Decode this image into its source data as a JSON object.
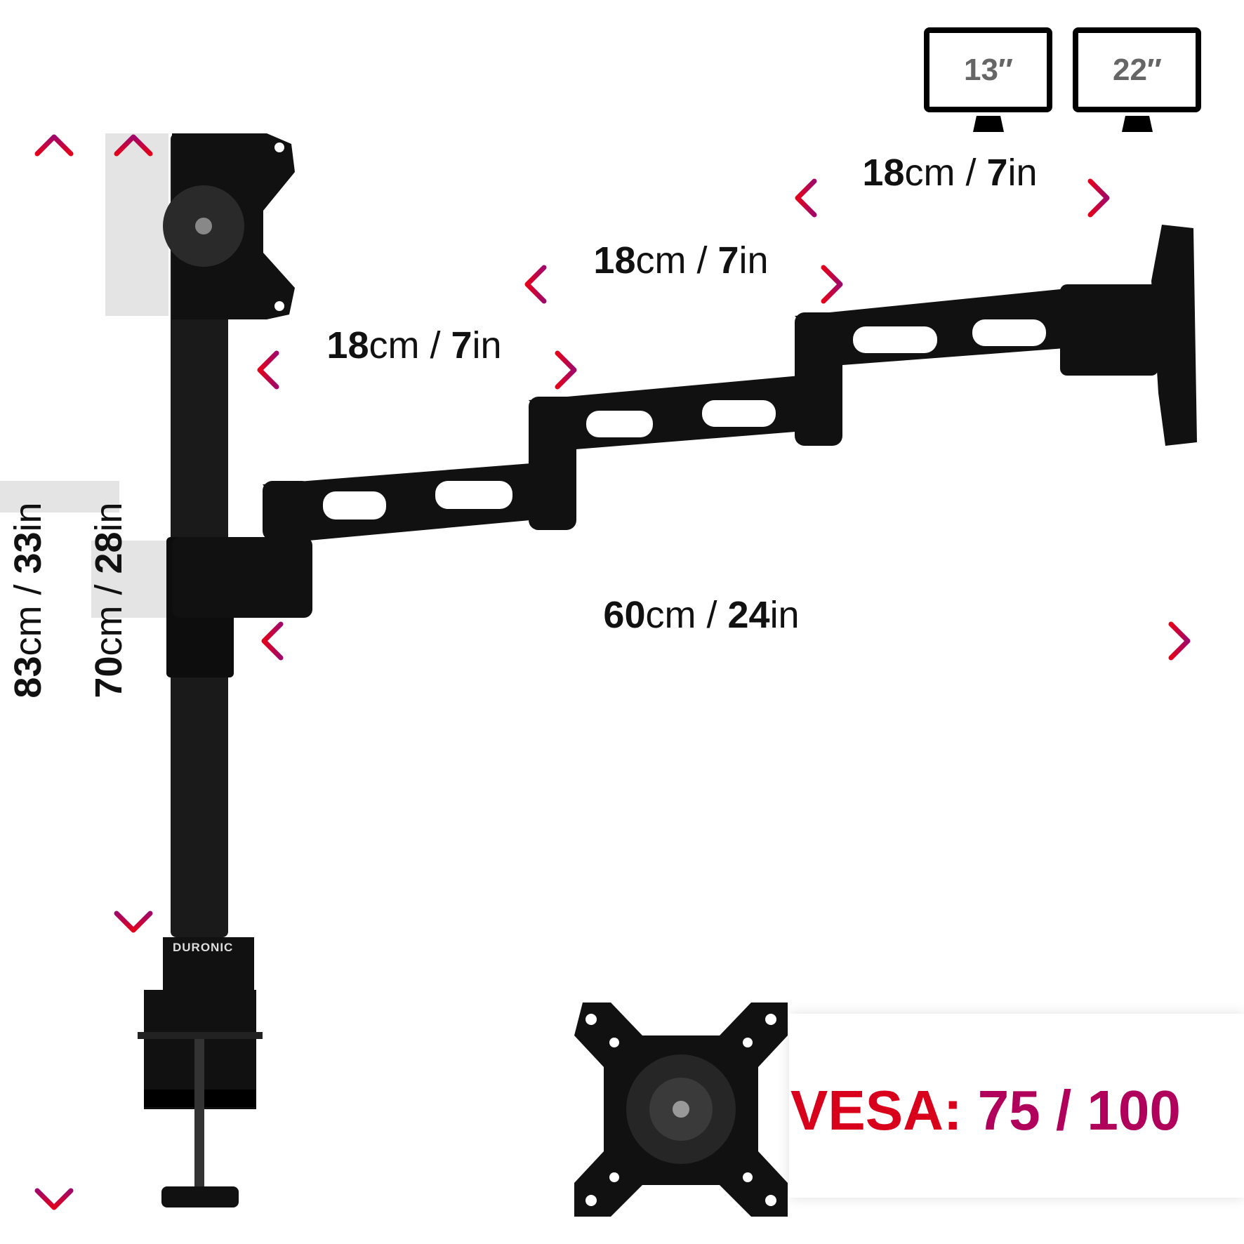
{
  "monitor_sizes": [
    {
      "label": "13″"
    },
    {
      "label": "22″"
    }
  ],
  "dimensions": {
    "arm_segment_1": {
      "cm": "18",
      "cm_unit": "cm",
      "sep": " / ",
      "in": "7",
      "in_unit": "in"
    },
    "arm_segment_2": {
      "cm": "18",
      "cm_unit": "cm",
      "sep": " / ",
      "in": "7",
      "in_unit": "in"
    },
    "arm_segment_3": {
      "cm": "18",
      "cm_unit": "cm",
      "sep": " / ",
      "in": "7",
      "in_unit": "in"
    },
    "total_reach": {
      "cm": "60",
      "cm_unit": "cm",
      "sep": " / ",
      "in": "24",
      "in_unit": "in"
    },
    "max_height": {
      "cm": "83",
      "cm_unit": "cm",
      "sep": " / ",
      "in": "33",
      "in_unit": "in"
    },
    "pole_height": {
      "cm": "70",
      "cm_unit": "cm",
      "sep": " / ",
      "in": "28",
      "in_unit": "in"
    }
  },
  "brand": "DURONIC",
  "vesa": {
    "key": "VESA:",
    "values": "75 / 100"
  },
  "colors": {
    "arrow_start": "#e3001b",
    "arrow_end": "#a0086a",
    "product": "#111111"
  }
}
